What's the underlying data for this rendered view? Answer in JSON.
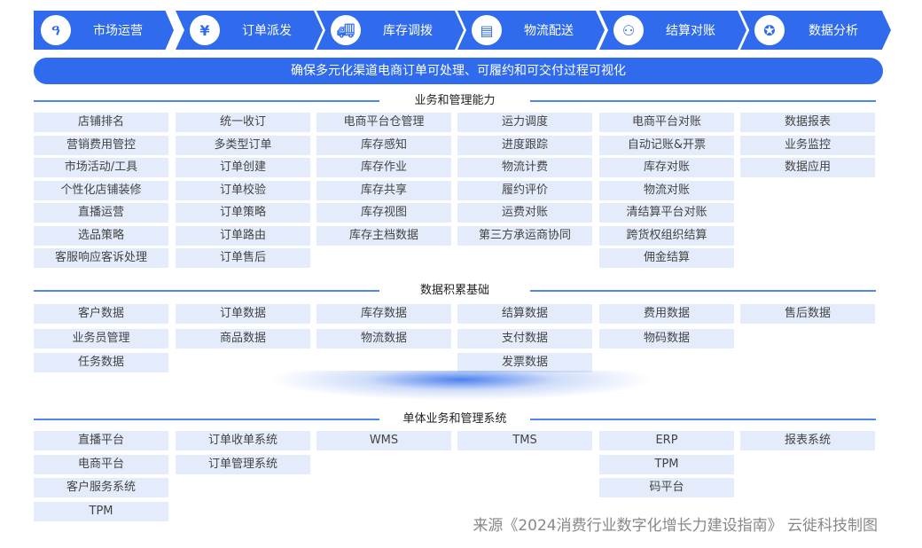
{
  "steps": [
    {
      "label": "市场运营",
      "icon": "network-icon"
    },
    {
      "label": "订单派发",
      "icon": "yuan-cycle-icon"
    },
    {
      "label": "库存调拨",
      "icon": "truck-icon"
    },
    {
      "label": "物流配送",
      "icon": "receipt-icon"
    },
    {
      "label": "结算对账",
      "icon": "settlement-icon"
    },
    {
      "label": "数据分析",
      "icon": "medal-icon"
    }
  ],
  "banner": "确保多元化渠道电商订单可处理、可履约和可交付过程可视化",
  "sections": [
    {
      "title": "业务和管理能力",
      "columns": [
        [
          "店铺排名",
          "营销费用管控",
          "市场活动/工具",
          "个性化店铺装修",
          "直播运营",
          "选品策略",
          "客服响应客诉处理"
        ],
        [
          "统一收订",
          "多类型订单",
          "订单创建",
          "订单校验",
          "订单策略",
          "订单路由",
          "订单售后"
        ],
        [
          "电商平台仓管理",
          "库存感知",
          "库存作业",
          "库存共享",
          "库存视图",
          "库存主档数据"
        ],
        [
          "运力调度",
          "进度跟踪",
          "物流计费",
          "履约评价",
          "运费对账",
          "第三方承运商协同"
        ],
        [
          "电商平台对账",
          "自动记账&开票",
          "库存对账",
          "物流对账",
          "清结算平台对账",
          "跨货权组织结算",
          "佣金结算"
        ],
        [
          "数据报表",
          "业务监控",
          "数据应用"
        ]
      ]
    },
    {
      "title": "数据积累基础",
      "columns": [
        [
          "客户数据",
          "业务员管理",
          "任务数据"
        ],
        [
          "订单数据",
          "商品数据"
        ],
        [
          "库存数据",
          "物流数据"
        ],
        [
          "结算数据",
          "支付数据",
          "发票数据"
        ],
        [
          "费用数据",
          "物码数据"
        ],
        [
          "售后数据"
        ]
      ]
    },
    {
      "title": "单体业务和管理系统",
      "columns": [
        [
          "直播平台",
          "电商平台",
          "客户服务系统",
          "TPM"
        ],
        [
          "订单收单系统",
          "订单管理系统"
        ],
        [
          "WMS"
        ],
        [
          "TMS"
        ],
        [
          "ERP",
          "TPM",
          "码平台"
        ],
        [
          "报表系统"
        ]
      ]
    }
  ],
  "source": "来源《2024消费行业数字化增长力建设指南》 云徙科技制图"
}
